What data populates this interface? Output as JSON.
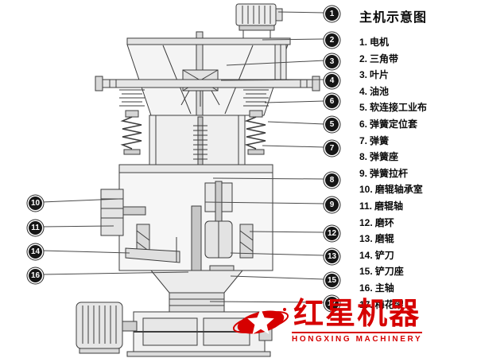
{
  "legend": {
    "title": "主机示意图",
    "items": [
      {
        "num": "1.",
        "label": "电机"
      },
      {
        "num": "2.",
        "label": "三角带"
      },
      {
        "num": "3.",
        "label": "叶片"
      },
      {
        "num": "4.",
        "label": "油池"
      },
      {
        "num": "5.",
        "label": "软连接工业布"
      },
      {
        "num": "6.",
        "label": "弹簧定位套"
      },
      {
        "num": "7.",
        "label": "弹簧"
      },
      {
        "num": "8.",
        "label": "弹簧座"
      },
      {
        "num": "9.",
        "label": "弹簧拉杆"
      },
      {
        "num": "10.",
        "label": "磨辊轴承室"
      },
      {
        "num": "11.",
        "label": "磨辊轴"
      },
      {
        "num": "12.",
        "label": "磨环"
      },
      {
        "num": "13.",
        "label": "磨辊"
      },
      {
        "num": "14.",
        "label": "铲刀"
      },
      {
        "num": "15.",
        "label": "铲刀座"
      },
      {
        "num": "16.",
        "label": "主轴"
      },
      {
        "num": "17.",
        "label": "梅花架"
      }
    ]
  },
  "callouts": [
    {
      "num": "1"
    },
    {
      "num": "2"
    },
    {
      "num": "3"
    },
    {
      "num": "4"
    },
    {
      "num": "5"
    },
    {
      "num": "6"
    },
    {
      "num": "7"
    },
    {
      "num": "8"
    },
    {
      "num": "9"
    },
    {
      "num": "10"
    },
    {
      "num": "11"
    },
    {
      "num": "12"
    },
    {
      "num": "13"
    },
    {
      "num": "14"
    },
    {
      "num": "15"
    },
    {
      "num": "16"
    },
    {
      "num": "17"
    }
  ],
  "watermark": {
    "brand": "红星机器",
    "subtitle": "HONGXING MACHINERY",
    "logo_icon": "star-orbit-logo",
    "color": "#d60000"
  },
  "colors": {
    "drawing_line": "#3d3d3d",
    "badge_bg": "#161616",
    "badge_text": "#ffffff",
    "brand_red": "#d60000"
  }
}
